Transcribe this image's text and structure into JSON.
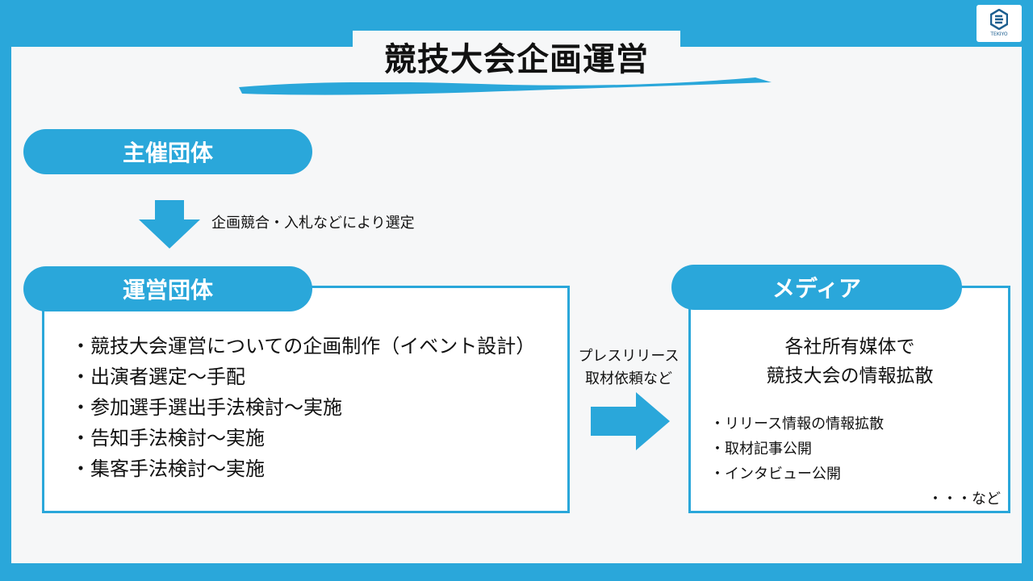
{
  "title": "競技大会企画運営",
  "logo": {
    "text": "TEKIYO"
  },
  "organizer": {
    "label": "主催団体"
  },
  "selection_note": "企画競合・入札などにより選定",
  "operator": {
    "label": "運営団体",
    "items": [
      "・競技大会運営についての企画制作（イベント設計）",
      "・出演者選定〜手配",
      "・参加選手選出手法検討〜実施",
      "・告知手法検討〜実施",
      "・集客手法検討〜実施"
    ]
  },
  "press_note": {
    "line1": "プレスリリース",
    "line2": "取材依頼など"
  },
  "media": {
    "label": "メディア",
    "headline1": "各社所有媒体で",
    "headline2": "競技大会の情報拡散",
    "items": [
      "・リリース情報の情報拡散",
      "・取材記事公開",
      "・インタビュー公開"
    ],
    "etc": "・・・など"
  },
  "colors": {
    "accent": "#2aa7da",
    "background": "#f6f7f8",
    "text": "#111111"
  },
  "icons": [
    "down-arrow-icon",
    "right-arrow-icon",
    "logo-icon"
  ]
}
